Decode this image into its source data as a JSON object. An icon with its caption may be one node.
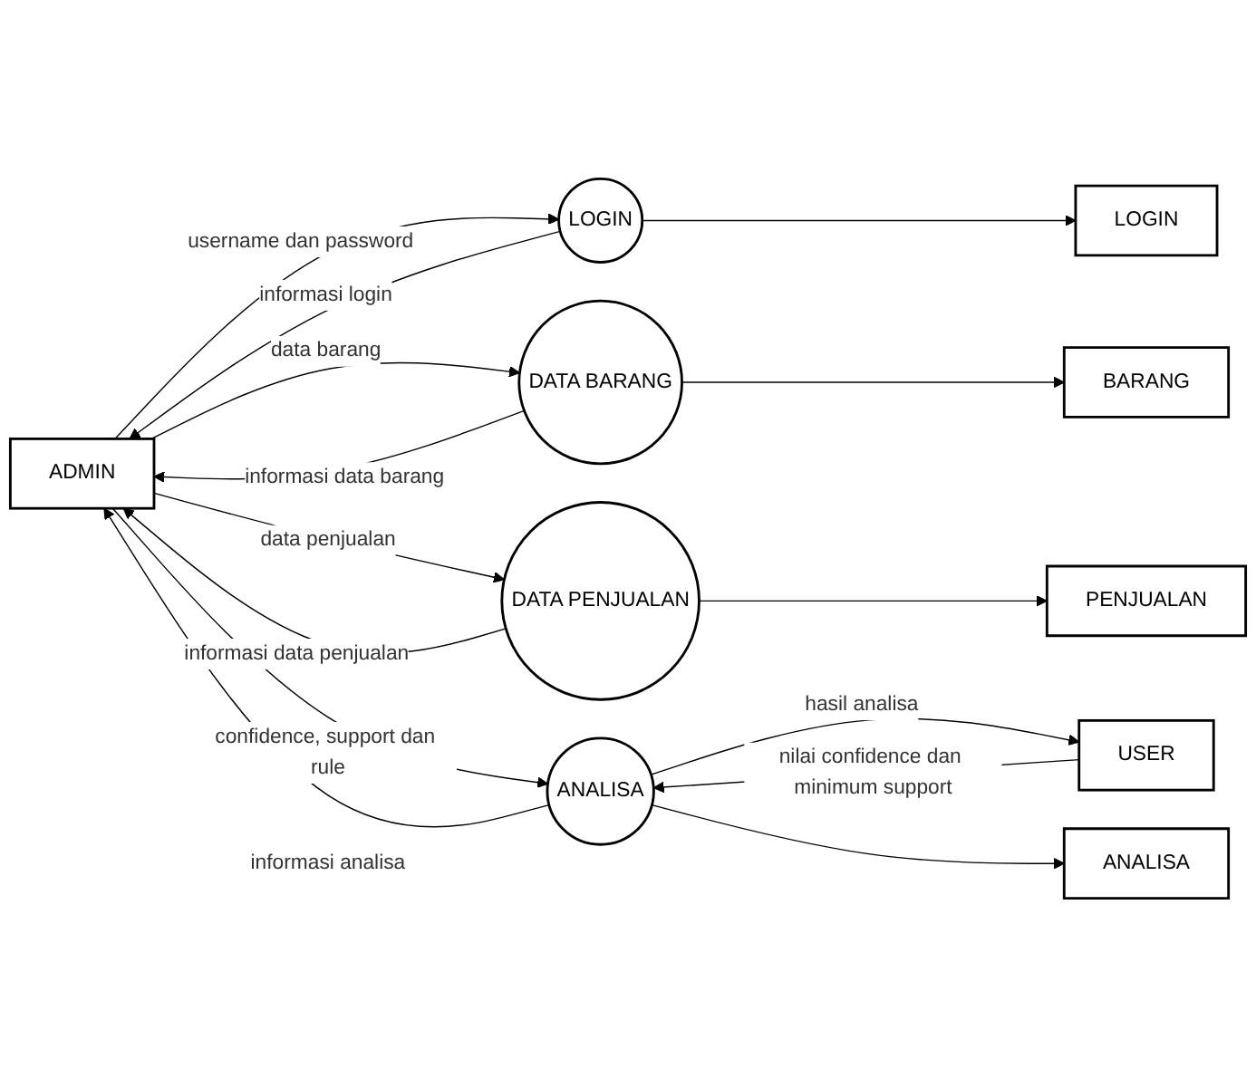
{
  "diagram": {
    "nodes": [
      {
        "text": [
          "ADMIN"
        ]
      },
      {
        "text": [
          "LOGIN"
        ]
      },
      {
        "text": [
          "DATA BARANG"
        ]
      },
      {
        "text": [
          "DATA PENJUALAN"
        ]
      },
      {
        "text": [
          "ANALISA"
        ]
      },
      {
        "text": [
          "USER"
        ]
      },
      {
        "text": [
          "LOGIN"
        ]
      },
      {
        "text": [
          "BARANG"
        ]
      },
      {
        "text": [
          "PENJUALAN"
        ]
      },
      {
        "text": [
          "ANALISA"
        ]
      }
    ],
    "edges": [
      {
        "from": 0,
        "to": 1,
        "arrow": "to",
        "label": "username dan password"
      },
      {
        "from": 1,
        "to": 0,
        "arrow": "to",
        "label": "informasi login"
      },
      {
        "from": 0,
        "to": 2,
        "arrow": "to",
        "label": "data barang"
      },
      {
        "from": 2,
        "to": 0,
        "arrow": "to",
        "label": "informasi data barang"
      },
      {
        "from": 0,
        "to": 3,
        "arrow": "to",
        "label": "data penjualan"
      },
      {
        "from": 3,
        "to": 0,
        "arrow": "to",
        "label": "informasi data penjualan"
      },
      {
        "from": 0,
        "to": 4,
        "arrow": "to",
        "label": "confidence, support dan rule"
      },
      {
        "from": 4,
        "to": 0,
        "arrow": "to",
        "label": "informasi analisa"
      },
      {
        "from": 4,
        "to": 5,
        "arrow": "to",
        "label": "hasil analisa"
      },
      {
        "from": 5,
        "to": 4,
        "arrow": "to",
        "label": "nilai confidence dan minimum support"
      },
      {
        "from": 1,
        "to": 6,
        "arrow": "to"
      },
      {
        "from": 2,
        "to": 7,
        "arrow": "to"
      },
      {
        "from": 3,
        "to": 8,
        "arrow": "to"
      },
      {
        "from": 4,
        "to": 9,
        "arrow": "to"
      }
    ]
  }
}
